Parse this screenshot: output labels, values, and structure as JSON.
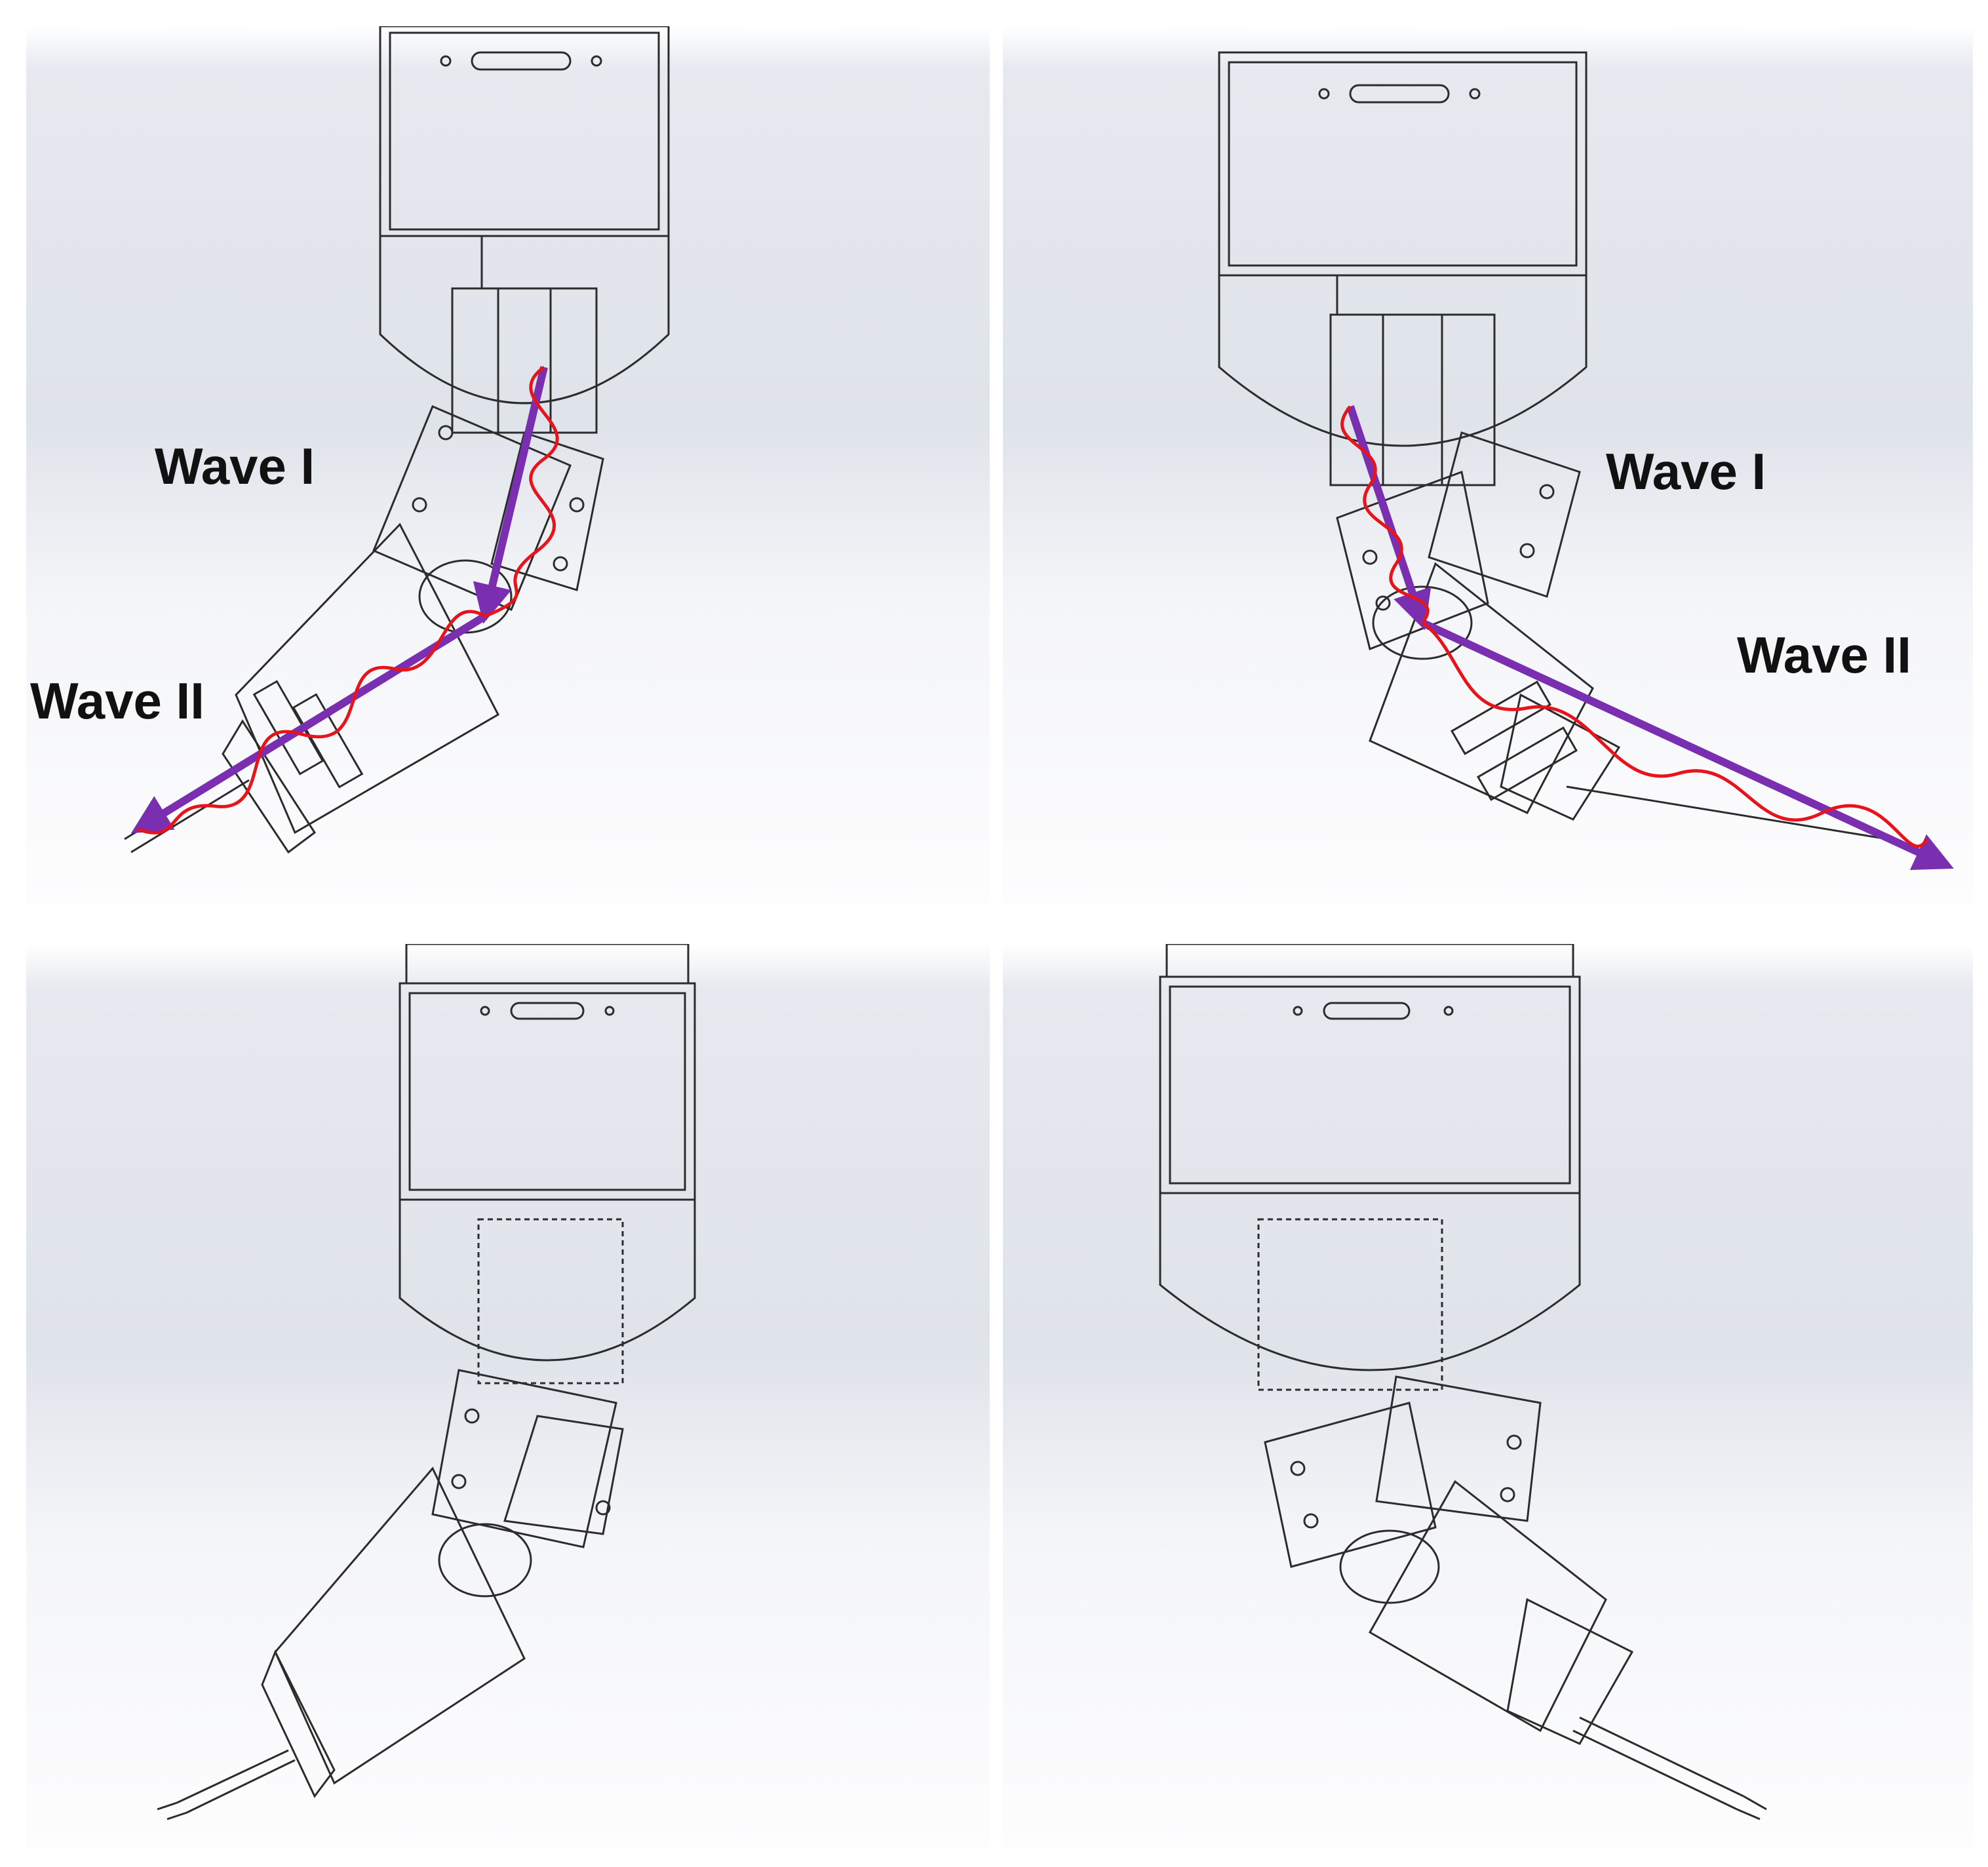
{
  "colors": {
    "background_gradient_top": "#e4e8f0",
    "background_gradient_bottom": "#fcfcfd",
    "outline": "#2c2c2c",
    "wave": "#e8141b",
    "arrow": "#7a2fb0"
  },
  "panels": [
    {
      "id": "top-left",
      "annotated": true,
      "waves": [
        "Wave I",
        "Wave II"
      ]
    },
    {
      "id": "top-right",
      "annotated": true,
      "waves": [
        "Wave I",
        "Wave II"
      ]
    },
    {
      "id": "bottom-left",
      "annotated": false,
      "waves": []
    },
    {
      "id": "bottom-right",
      "annotated": false,
      "waves": []
    }
  ],
  "labels": {
    "tl_wave1": "Wave I",
    "tl_wave2": "Wave II",
    "tr_wave1": "Wave I",
    "tr_wave2": "Wave II"
  }
}
